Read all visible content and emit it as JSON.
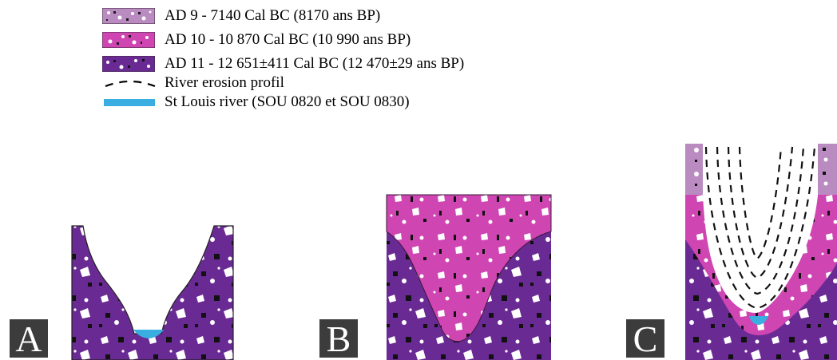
{
  "legend": {
    "items": [
      {
        "label": "AD 9 - 7140 Cal BC (8170 ans BP)",
        "fill": "#b98bc0",
        "icon": "ad9-layer-swatch"
      },
      {
        "label": "AD 10 - 10 870 Cal BC (10 990 ans BP)",
        "fill": "#cf45b2",
        "icon": "ad10-layer-swatch"
      },
      {
        "label": "AD 11 - 12 651±411 Cal BC (12 470±29 ans BP)",
        "fill": "#6a2a93",
        "icon": "ad11-layer-swatch"
      },
      {
        "label": "River erosion profil",
        "icon": "dashed-line-icon"
      },
      {
        "label": "St Louis river (SOU 0820 et SOU 0830)",
        "fill": "#3aaee0",
        "icon": "river-swatch"
      }
    ]
  },
  "panels": [
    {
      "letter": "A"
    },
    {
      "letter": "B"
    },
    {
      "letter": "C"
    }
  ],
  "colors": {
    "ad9": "#b98bc0",
    "ad10": "#cf45b2",
    "ad11": "#6a2a93",
    "river": "#3aaee0",
    "letter_bg": "#3c3c3c"
  }
}
